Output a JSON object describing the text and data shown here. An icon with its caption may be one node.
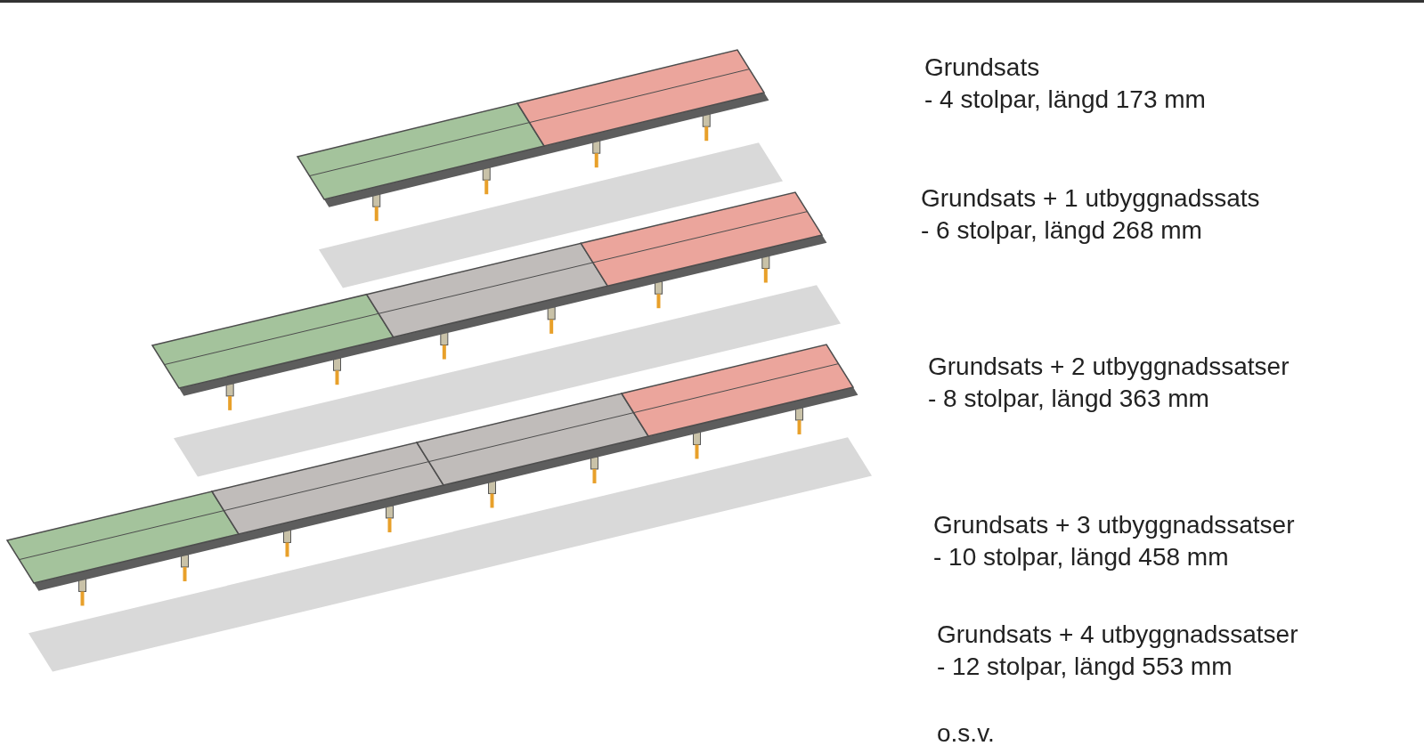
{
  "diagram": {
    "labels": [
      "Grundsats",
      "- 4 stolpar, längd 173 mm",
      "Grundsats + 1 utbyggnadssats",
      "- 6 stolpar, längd 268 mm",
      "Grundsats + 2 utbyggnadssatser",
      "- 8 stolpar, längd 363 mm",
      "Grundsats + 3 utbyggnadssatser",
      "- 10 stolpar, längd 458 mm",
      "Grundsats + 4 utbyggnadssatser",
      "- 12 stolpar, längd 553 mm",
      "o.s.v."
    ]
  }
}
